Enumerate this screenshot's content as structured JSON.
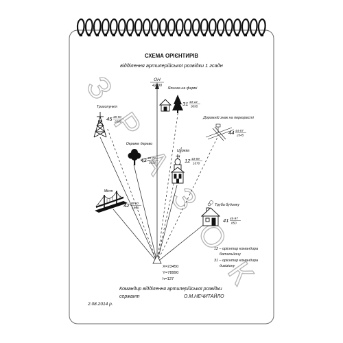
{
  "title": "СХЕМА ОРІЄНТИРІВ",
  "subtitle": "відділення артилерійської розвідки 1 гсадн",
  "watermark": [
    "З",
    "Р",
    "А",
    "З",
    "О",
    "К"
  ],
  "main_direction": {
    "label": "ОН",
    "value": "42-00"
  },
  "landmarks": [
    {
      "id": "trig",
      "name": "Тригопункт",
      "number": "45",
      "angle": "38-90",
      "distance": "2600"
    },
    {
      "id": "tree",
      "name": "Окреме дерево",
      "number": "43",
      "angle": "40-72",
      "distance": "1020"
    },
    {
      "id": "farm",
      "name": "Ялинка на фермі",
      "number": "31",
      "angle": "43-12",
      "distance": "3095"
    },
    {
      "id": "church",
      "name": "Церква",
      "number": "12",
      "angle": "43-89",
      "distance": "1670"
    },
    {
      "id": "sign",
      "name": "Дорожній знак на перехресті",
      "number": "44",
      "angle": "44-87",
      "distance": "2345"
    },
    {
      "id": "bridge",
      "name": "Міст",
      "number": "42",
      "angle": "38-50",
      "distance": "1850"
    },
    {
      "id": "chimney",
      "name": "Труба будинку",
      "number": "41",
      "angle": "45-97",
      "distance": "850"
    }
  ],
  "legend": [
    "12 – орієнтир командира",
    "батальйону",
    "31 – орієнтир командира",
    "дивізіону"
  ],
  "origin": {
    "x": "Х=23450",
    "y": "Y=78990",
    "h": "h=127"
  },
  "signature": {
    "position": "Командир відділення артилерійської розвідки",
    "rank": "сержант",
    "name": "О.М.НЕЧИТАЙЛО"
  },
  "date": "2.08.2014 р."
}
